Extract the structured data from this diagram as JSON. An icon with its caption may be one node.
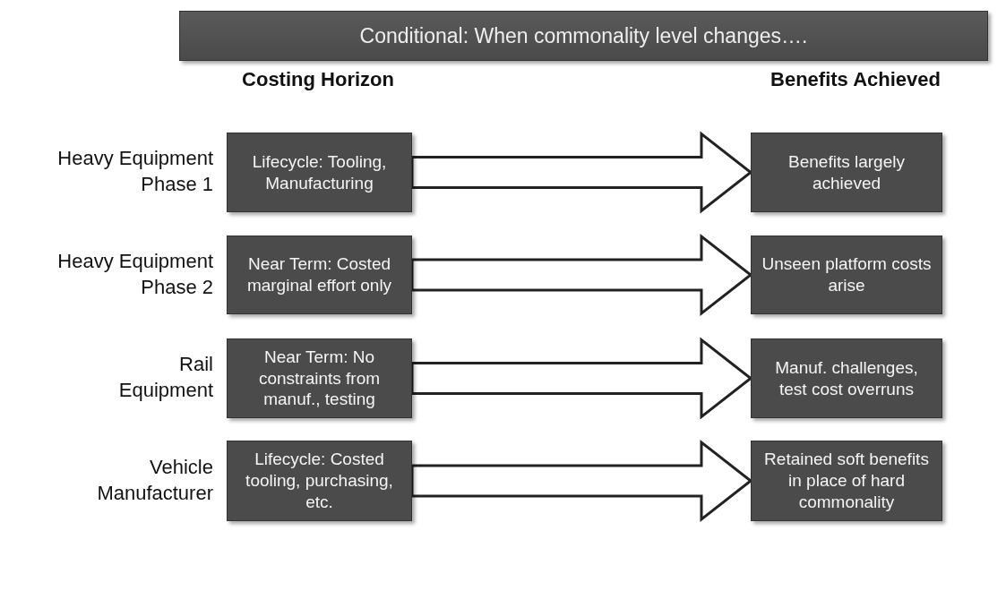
{
  "diagram": {
    "nodes": [
      {
        "text": [
          "Conditional: When commonality level changes…."
        ]
      },
      {
        "text": [
          "Lifecycle: Tooling, Manufacturing"
        ]
      },
      {
        "text": [
          "Benefits largely achieved"
        ]
      },
      {
        "text": [
          "Near Term: Costed marginal effort only"
        ]
      },
      {
        "text": [
          "Unseen platform costs arise"
        ]
      },
      {
        "text": [
          "Near Term: No constraints from manuf., testing"
        ]
      },
      {
        "text": [
          "Manuf. challenges, test cost overruns"
        ]
      },
      {
        "text": [
          "Lifecycle: Costed tooling, purchasing, etc."
        ]
      },
      {
        "text": [
          "Retained soft benefits in place of hard commonality"
        ]
      }
    ],
    "edges": [
      {
        "from": 1,
        "to": 2,
        "arrow": "to"
      },
      {
        "from": 3,
        "to": 4,
        "arrow": "to"
      },
      {
        "from": 5,
        "to": 6,
        "arrow": "to"
      },
      {
        "from": 7,
        "to": 8,
        "arrow": "to"
      }
    ],
    "labels": [
      "Costing Horizon",
      "Benefits Achieved",
      "Heavy Equipment Phase 1",
      "Heavy Equipment Phase 2",
      "Rail Equipment",
      "Vehicle Manufacturer"
    ]
  }
}
